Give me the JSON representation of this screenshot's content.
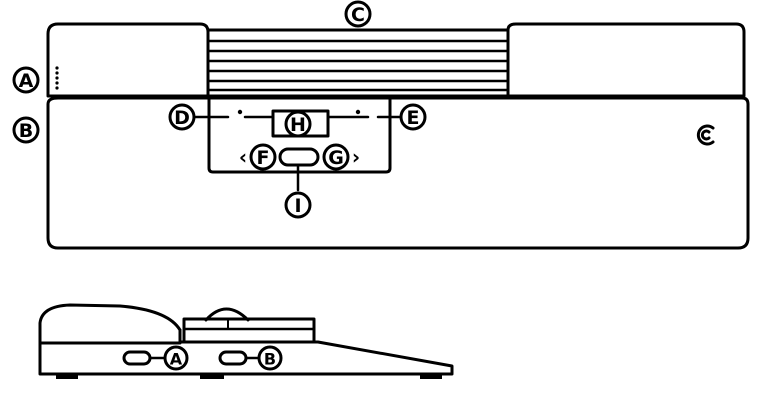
{
  "callouts": {
    "A": "A",
    "B": "B",
    "C": "C",
    "D": "D",
    "E": "E",
    "F": "F",
    "G": "G",
    "H": "H",
    "I": "I"
  },
  "symbols": {
    "arrow_left": "‹",
    "arrow_right": "›"
  },
  "colors": {
    "line": "#000000",
    "background": "#ffffff"
  },
  "icons": {
    "side_button_icon": "c-shaped-button-icon"
  }
}
